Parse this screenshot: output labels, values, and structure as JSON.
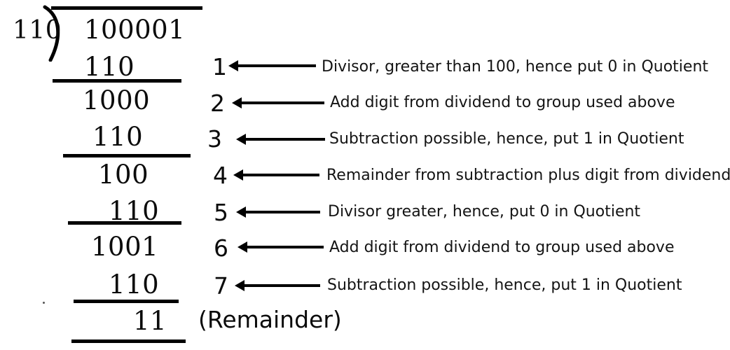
{
  "figure": {
    "title": "Binary long division of 100001 by 110",
    "ink_color": "#000000",
    "background_color": "#ffffff"
  },
  "division": {
    "divisor": "110",
    "dividend": "100001",
    "bracket_icon": "division-bracket-icon",
    "rows": [
      {
        "id": "dividend",
        "value": "100001"
      },
      {
        "id": "subtract-1",
        "value": "110"
      },
      {
        "id": "partial-1",
        "value": "1000"
      },
      {
        "id": "subtract-2",
        "value": "110"
      },
      {
        "id": "partial-2",
        "value": "100"
      },
      {
        "id": "subtract-3",
        "value": "110"
      },
      {
        "id": "partial-3",
        "value": "1001"
      },
      {
        "id": "subtract-4",
        "value": "110"
      },
      {
        "id": "remainder",
        "value": "11"
      }
    ],
    "remainder_label": "(Remainder)"
  },
  "steps": [
    {
      "number": "1",
      "text": "Divisor, greater than 100, hence put 0 in Quotient"
    },
    {
      "number": "2",
      "text": "Add digit from dividend to group used above"
    },
    {
      "number": "3",
      "text": "Subtraction possible, hence, put 1 in Quotient"
    },
    {
      "number": "4",
      "text": "Remainder from subtraction plus digit from dividend"
    },
    {
      "number": "5",
      "text": "Divisor greater, hence, put 0 in Quotient"
    },
    {
      "number": "6",
      "text": "Add digit from dividend to group used above"
    },
    {
      "number": "7",
      "text": "Subtraction possible, hence, put 1 in Quotient"
    }
  ]
}
